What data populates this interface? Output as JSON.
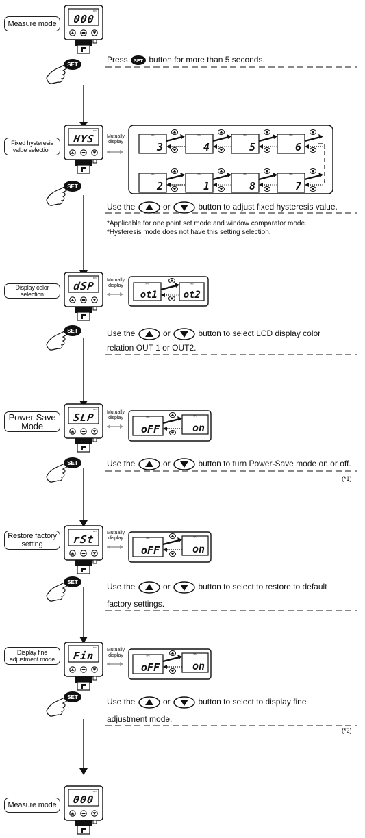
{
  "steps": [
    {
      "label": "Measure mode",
      "display": "000"
    },
    {
      "label": "Fixed hysteresis\nvalue selection",
      "display": "HYS"
    },
    {
      "label": "Display color selection",
      "display": "dSP"
    },
    {
      "label": "Power-Save\nMode",
      "display": "SLP"
    },
    {
      "label": "Restore factory\nsetting",
      "display": "rSt"
    },
    {
      "label": "Display fine\nadjustment mode",
      "display": "Fin"
    },
    {
      "label": "Measure mode",
      "display": "000"
    }
  ],
  "mutual_display": "Mutually\ndisplay",
  "set_badge": "SET",
  "press_text": {
    "before": "Press",
    "after": "button for more than 5 seconds."
  },
  "hysteresis_values": [
    "3",
    "4",
    "5",
    "6",
    "2",
    "1",
    "8",
    "7"
  ],
  "color_options": [
    "ot1",
    "ot2"
  ],
  "onoff_options": [
    "oFF",
    "on"
  ],
  "instructions": {
    "use_the": "Use the",
    "or": "or",
    "hys": "button to adjust fixed hysteresis value.",
    "dsp_line1": "button to select LCD display color",
    "dsp_line2": "relation OUT 1 or OUT2.",
    "slp": "button to turn Power-Save mode on or off.",
    "rst_line1": "button to select to restore to default",
    "rst_line2": "factory settings.",
    "fin_line1": "button to select to display fine",
    "fin_line2": "adjustment mode."
  },
  "notes": [
    "*Applicable for one point set mode and window comparator mode.",
    "*Hysteresis mode does not have this setting selection."
  ],
  "refs": [
    "(*1)",
    "(*2)"
  ]
}
